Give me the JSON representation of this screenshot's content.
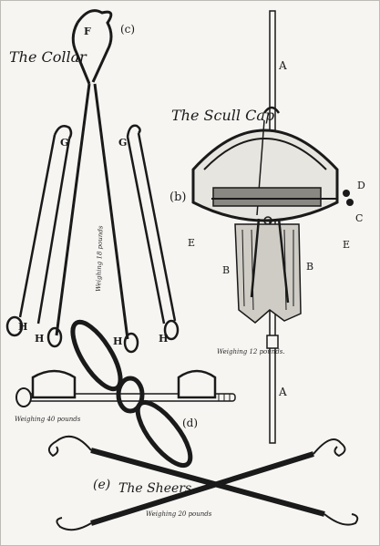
{
  "titles": {
    "collar": "The Collar",
    "skull_cap": "The Scull Cap",
    "sheers": "The Sheers"
  },
  "labels": {
    "A_top": "A",
    "A_bottom": "A",
    "B_left": "B",
    "B_right": "B",
    "C": "C",
    "D": "D",
    "E_left": "E",
    "E_right": "E",
    "F": "F",
    "G_left": "G",
    "G_right": "G",
    "H_1": "H",
    "H_2": "H",
    "H_3": "H",
    "H_4": "H",
    "b": "(b)",
    "c": "(c)",
    "d": "(d)",
    "e": "(e)"
  },
  "weights": {
    "collar": "Weighing 18 pounds",
    "skull_cap": "Weighing 12 pounds.",
    "bolt": "Weighing 40 pounds",
    "sheers": "Weighing 20 pounds"
  }
}
